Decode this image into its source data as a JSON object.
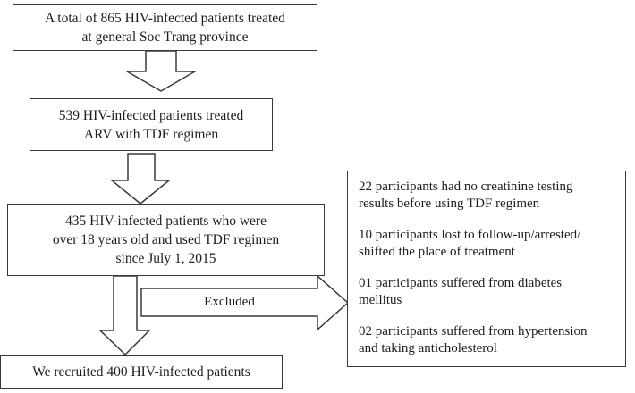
{
  "flowchart": {
    "boxes": {
      "total": "A total of 865 HIV-infected patients treated\nat general Soc Trang province",
      "tdf_regimen": "539 HIV-infected patients treated\nARV with TDF regimen",
      "eligible": "435 HIV-infected patients who were\nover 18 years old and used TDF regimen\nsince July 1, 2015",
      "recruited": "We recruited 400 HIV-infected patients"
    },
    "excluded_label": "Excluded",
    "exclusions": [
      "22 participants had no creatinine testing\nresults before using TDF regimen",
      "10 participants lost to follow-up/arrested/\nshifted the place of treatment",
      "01 participants suffered from diabetes\nmellitus",
      "02 participants suffered from hypertension\nand taking anticholesterol"
    ],
    "colors": {
      "line": "#3a3a3a",
      "text": "#1d1d1d",
      "background": "#ffffff"
    }
  }
}
